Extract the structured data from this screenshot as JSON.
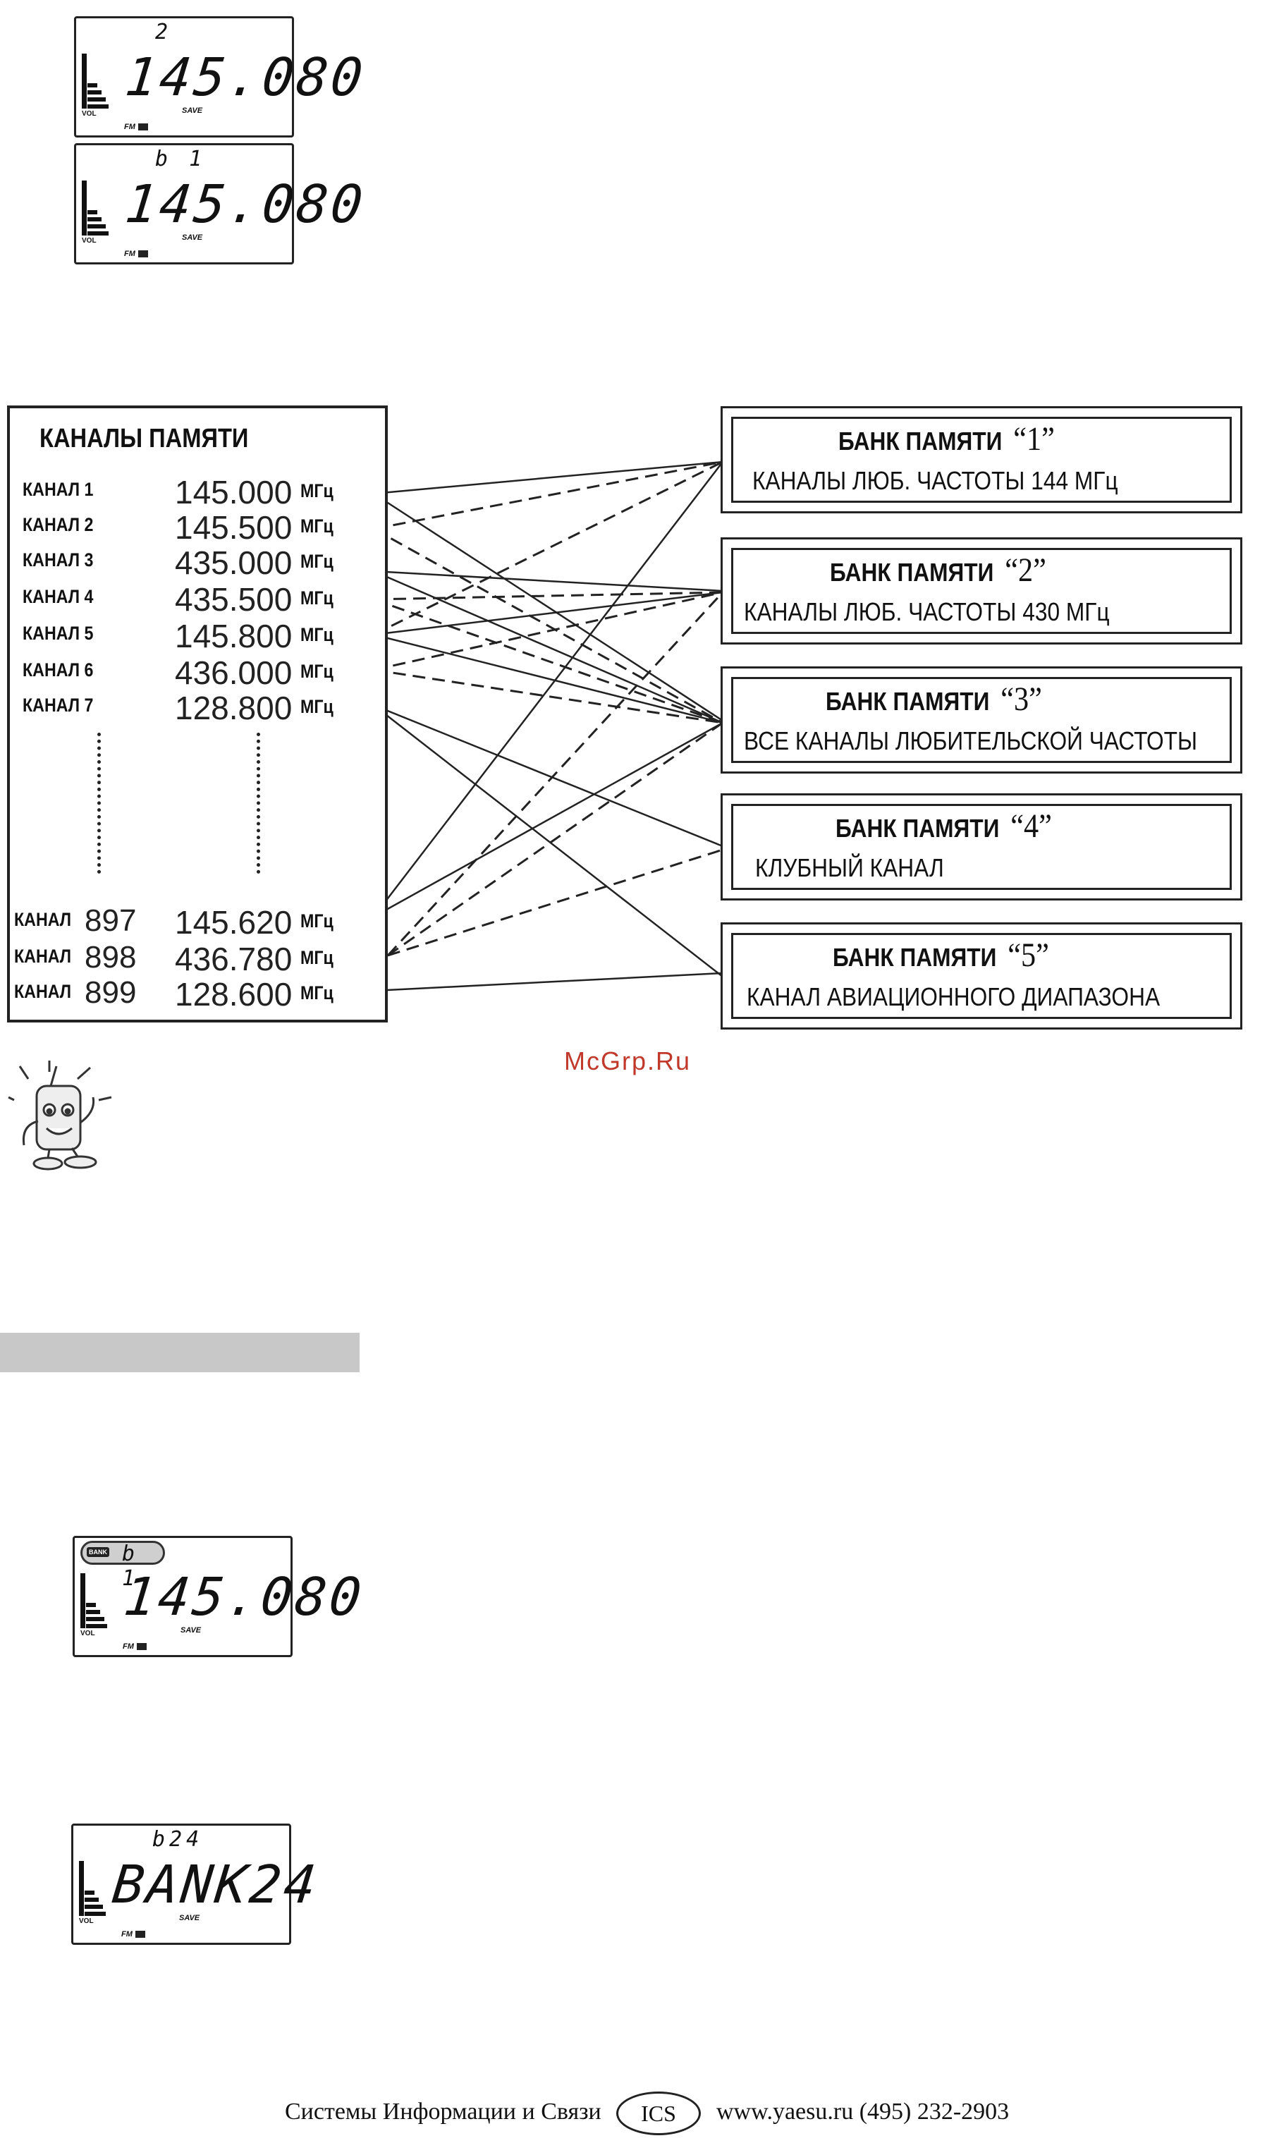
{
  "lcd_displays": [
    {
      "top_text": "2",
      "frequency": "145.080",
      "save": "SAVE",
      "vol": "VOL",
      "mode": "FM"
    },
    {
      "top_text": "b 1",
      "frequency": "145.080",
      "save": "SAVE",
      "vol": "VOL",
      "mode": "FM"
    },
    {
      "bank_label": "BANK",
      "top_text": "b 1",
      "frequency": "145.080",
      "save": "SAVE",
      "vol": "VOL",
      "mode": "FM"
    },
    {
      "top_text": "b24",
      "frequency": "BANK24",
      "save": "SAVE",
      "vol": "VOL",
      "mode": "FM"
    }
  ],
  "memory_channels": {
    "title": "КАНАЛЫ ПАМЯТИ",
    "unit": "МГц",
    "rows": [
      {
        "name": "КАНАЛ 1",
        "num": "",
        "freq": "145.000"
      },
      {
        "name": "КАНАЛ 2",
        "num": "",
        "freq": "145.500"
      },
      {
        "name": "КАНАЛ 3",
        "num": "",
        "freq": "435.000"
      },
      {
        "name": "КАНАЛ 4",
        "num": "",
        "freq": "435.500"
      },
      {
        "name": "КАНАЛ 5",
        "num": "",
        "freq": "145.800"
      },
      {
        "name": "КАНАЛ 6",
        "num": "",
        "freq": "436.000"
      },
      {
        "name": "КАНАЛ 7",
        "num": "",
        "freq": "128.800"
      },
      {
        "name": "КАНАЛ",
        "num": "897",
        "freq": "145.620"
      },
      {
        "name": "КАНАЛ",
        "num": "898",
        "freq": "436.780"
      },
      {
        "name": "КАНАЛ",
        "num": "899",
        "freq": "128.600"
      }
    ]
  },
  "memory_banks": [
    {
      "title": "БАНК ПАМЯТИ",
      "number": "“1”",
      "description": "КАНАЛЫ ЛЮБ. ЧАСТОТЫ 144 МГц"
    },
    {
      "title": "БАНК ПАМЯТИ",
      "number": "“2”",
      "description": "КАНАЛЫ ЛЮБ. ЧАСТОТЫ 430 МГц"
    },
    {
      "title": "БАНК ПАМЯТИ",
      "number": "“3”",
      "description": "ВСЕ КАНАЛЫ ЛЮБИТЕЛЬСКОЙ ЧАСТОТЫ"
    },
    {
      "title": "БАНК ПАМЯТИ",
      "number": "“4”",
      "description": "КЛУБНЫЙ КАНАЛ"
    },
    {
      "title": "БАНК ПАМЯТИ",
      "number": "“5”",
      "description": "КАНАЛ АВИАЦИОННОГО ДИАПАЗОНА"
    }
  ],
  "watermark": "McGrp.Ru",
  "footer": {
    "org": "Системы Информации и Связи",
    "logo": "ICS",
    "web": "www.yaesu.ru  (495) 232-2903"
  }
}
